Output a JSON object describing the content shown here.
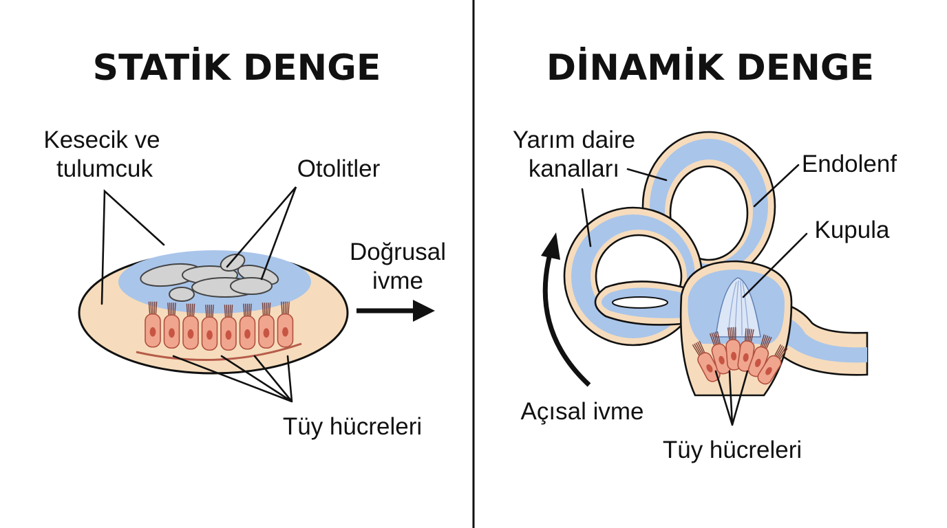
{
  "static": {
    "title": "STATİK DENGE",
    "label_sac_line1": "Kesecik ve",
    "label_sac_line2": "tulumcuk",
    "label_otoliths": "Otolitler",
    "label_accel_line1": "Doğrusal",
    "label_accel_line2": "ivme",
    "label_hair_cells": "Tüy hücreleri"
  },
  "dynamic": {
    "title": "DİNAMİK DENGE",
    "label_canals_line1": "Yarım daire",
    "label_canals_line2": "kanalları",
    "label_endolymph": "Endolenf",
    "label_cupula": "Kupula",
    "label_angular": "Açısal ivme",
    "label_hair_cells": "Tüy hücreleri"
  },
  "colors": {
    "sac_fill": "#f6dcbc",
    "fluid_fill": "#a9c5ea",
    "otolith_fill": "#d2d2d2",
    "hair_cell_fill": "#f0a58e",
    "nucleus_fill": "#c75543",
    "nerve": "#b65c4a",
    "canal_fill": "#a9c5ea",
    "canal_wall": "#f6dcbc",
    "cupula_fill": "#dbe6f7"
  }
}
